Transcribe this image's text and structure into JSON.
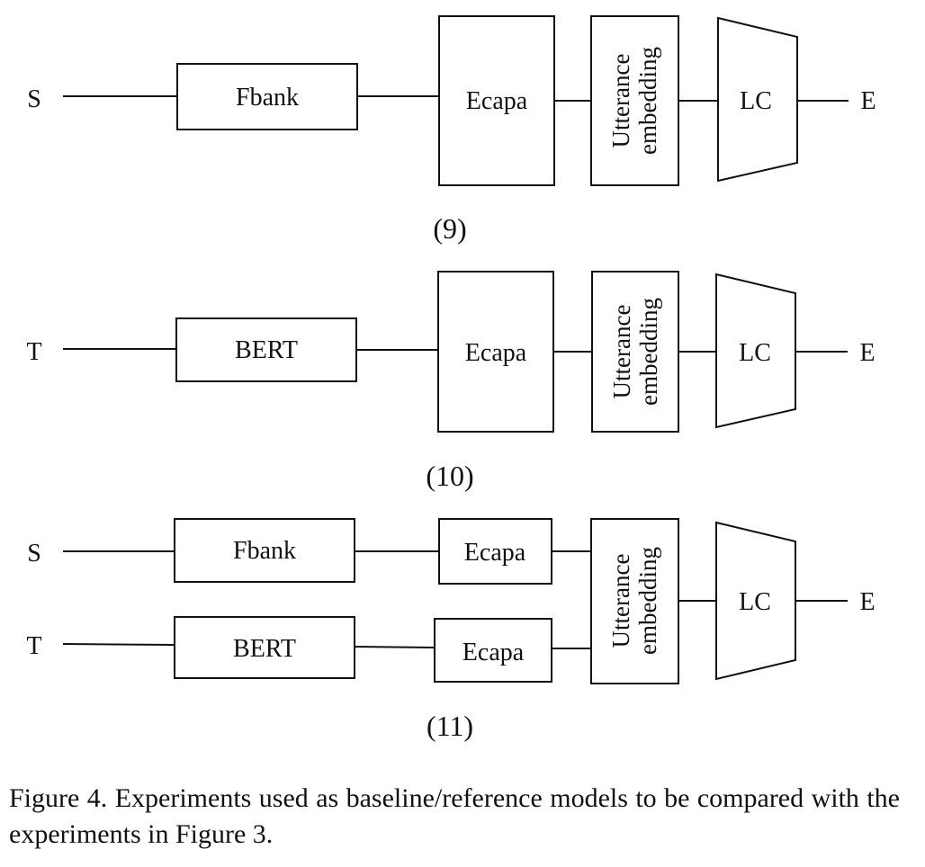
{
  "diagrams": [
    {
      "caption": "(9)",
      "inputs": [
        "S"
      ],
      "feature_blocks": [
        "Fbank"
      ],
      "encoder_blocks": [
        "Ecapa"
      ],
      "embedding": "Utterance embedding",
      "embedding_lines": [
        "Utterance",
        "embedding"
      ],
      "classifier": "LC",
      "output": "E"
    },
    {
      "caption": "(10)",
      "inputs": [
        "T"
      ],
      "feature_blocks": [
        "BERT"
      ],
      "encoder_blocks": [
        "Ecapa"
      ],
      "embedding": "Utterance embedding",
      "embedding_lines": [
        "Utterance",
        "embedding"
      ],
      "classifier": "LC",
      "output": "E"
    },
    {
      "caption": "(11)",
      "inputs": [
        "S",
        "T"
      ],
      "feature_blocks": [
        "Fbank",
        "BERT"
      ],
      "encoder_blocks": [
        "Ecapa",
        "Ecapa"
      ],
      "embedding": "Utterance embedding",
      "embedding_lines": [
        "Utterance",
        "embedding"
      ],
      "classifier": "LC",
      "output": "E"
    }
  ],
  "figure_caption": "Figure 4. Experiments used as baseline/reference models to be compared with the experiments in Figure 3."
}
